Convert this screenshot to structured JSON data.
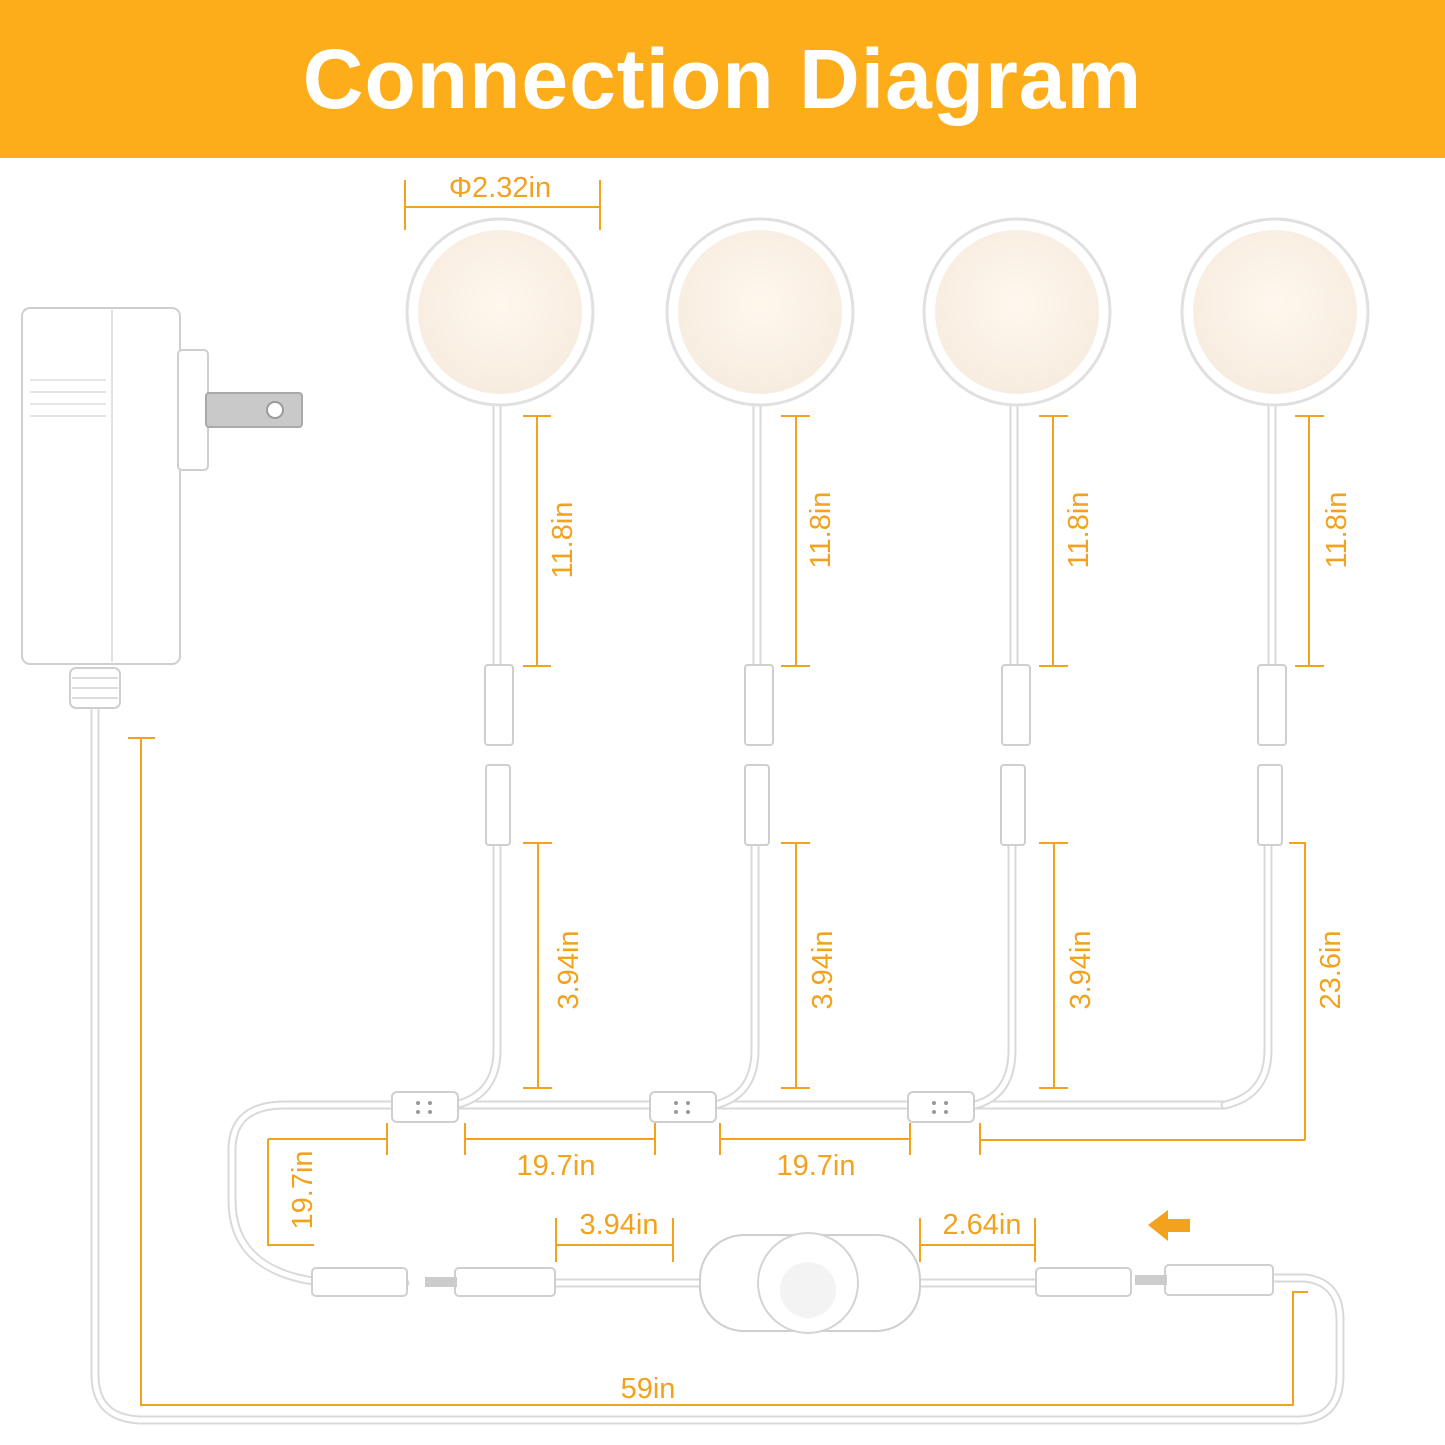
{
  "header": {
    "title": "Connection Diagram"
  },
  "colors": {
    "banner": "#FDAD1A",
    "dimension": "#F2A21C",
    "device": "#ffffff",
    "cable": "#d9d9d9"
  },
  "dimensions": {
    "puck_diameter": "Φ2.32in",
    "puck_lead_1": "11.8in",
    "puck_lead_2": "11.8in",
    "puck_lead_3": "11.8in",
    "puck_lead_4": "11.8in",
    "branch_1": "3.94in",
    "branch_2": "3.94in",
    "branch_3": "3.94in",
    "branch_4": "23.6in",
    "splitter_gap_1": "19.7in",
    "splitter_gap_2": "19.7in",
    "splitter_to_dimmer_vertical": "19.7in",
    "dimmer_in_lead": "3.94in",
    "dimmer_out_lead": "2.64in",
    "adapter_cord": "59in"
  },
  "icons": {
    "power_flow": "arrow-left-icon"
  }
}
